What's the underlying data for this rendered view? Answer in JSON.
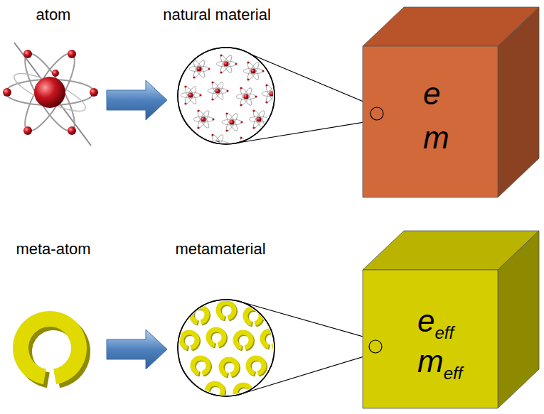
{
  "diagram": {
    "nodes": [
      {
        "text": [
          "e",
          "m"
        ]
      },
      {
        "text": [
          "eeff",
          "meff"
        ]
      }
    ],
    "labels": [
      "atom",
      "natural material",
      "meta-atom",
      "metamaterial"
    ]
  }
}
